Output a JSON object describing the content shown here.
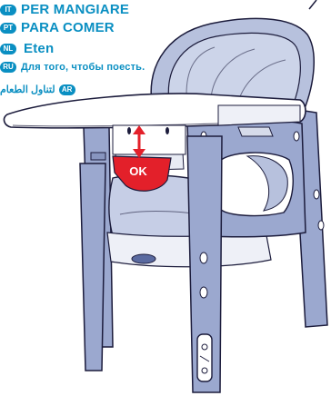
{
  "languages": [
    {
      "code": "IT",
      "text": "PER MANGIARE"
    },
    {
      "code": "PT",
      "text": "PARA COMER"
    },
    {
      "code": "NL",
      "text": "Eten"
    },
    {
      "code": "RU",
      "text": "Для того, чтобы поесть."
    },
    {
      "code": "AR",
      "text": "لتناول الطعام"
    }
  ],
  "ok_label": "OK",
  "colors": {
    "accent": "#0a8fc2",
    "frame": "#9ba8cf",
    "ok_red": "#e3202a",
    "outline": "#1c1c3c"
  }
}
